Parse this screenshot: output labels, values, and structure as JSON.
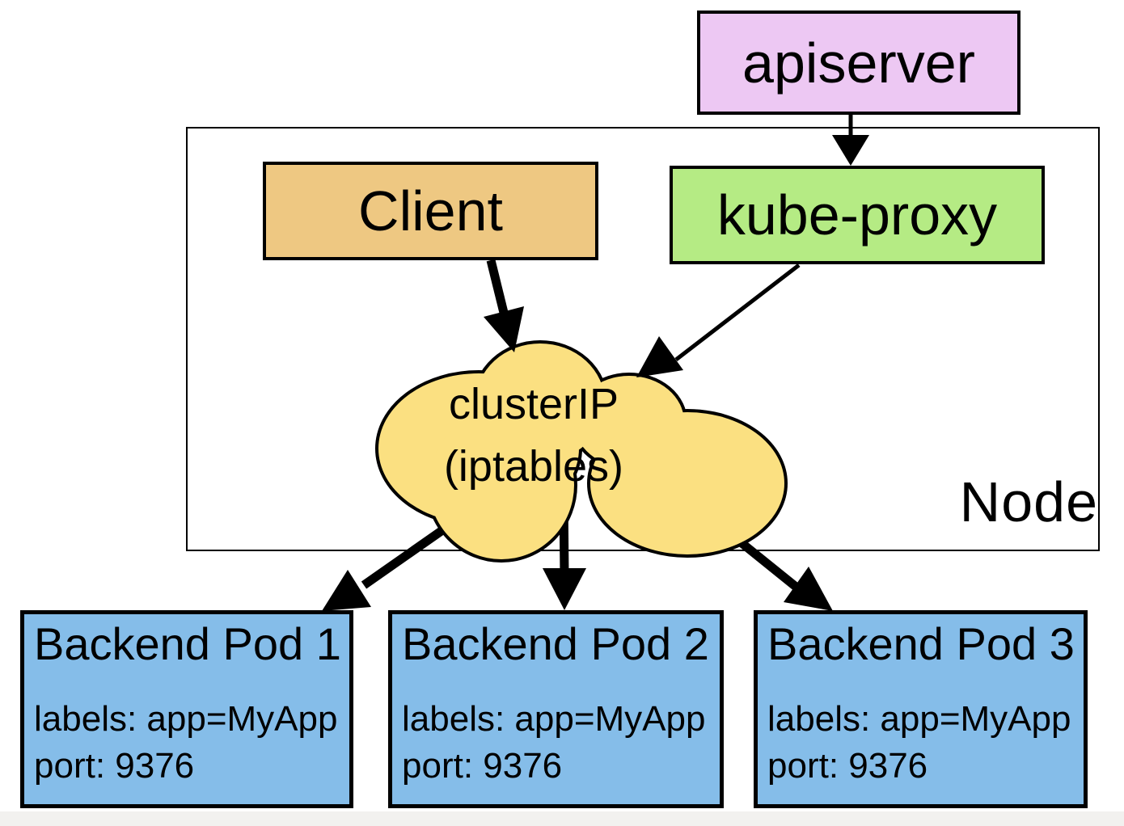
{
  "colors": {
    "apiserver_fill": "#edc8f3",
    "client_fill": "#eec882",
    "kube_proxy_fill": "#b5eb84",
    "cloud_fill": "#fbe081",
    "pod_fill": "#85bde9",
    "outline": "#000000",
    "canvas_bg": "#ffffff",
    "footer_strip": "#f2f1ef"
  },
  "apiserver": {
    "label": "apiserver"
  },
  "node_boundary": {
    "label": "Node"
  },
  "client": {
    "label": "Client"
  },
  "kube_proxy": {
    "label": "kube-proxy"
  },
  "cluster_ip": {
    "line1": "clusterIP",
    "line2": "(iptables)"
  },
  "pods": [
    {
      "title": "Backend Pod 1",
      "labels_line": "labels: app=MyApp",
      "port_line": "port: 9376"
    },
    {
      "title": "Backend Pod 2",
      "labels_line": "labels: app=MyApp",
      "port_line": "port: 9376"
    },
    {
      "title": "Backend Pod 3",
      "labels_line": "labels: app=MyApp",
      "port_line": "port: 9376"
    }
  ],
  "edges": [
    {
      "from": "apiserver",
      "to": "kube-proxy"
    },
    {
      "from": "Client",
      "to": "clusterIP (iptables)"
    },
    {
      "from": "kube-proxy",
      "to": "clusterIP (iptables)"
    },
    {
      "from": "clusterIP (iptables)",
      "to": "Backend Pod 1"
    },
    {
      "from": "clusterIP (iptables)",
      "to": "Backend Pod 2"
    },
    {
      "from": "clusterIP (iptables)",
      "to": "Backend Pod 3"
    }
  ]
}
